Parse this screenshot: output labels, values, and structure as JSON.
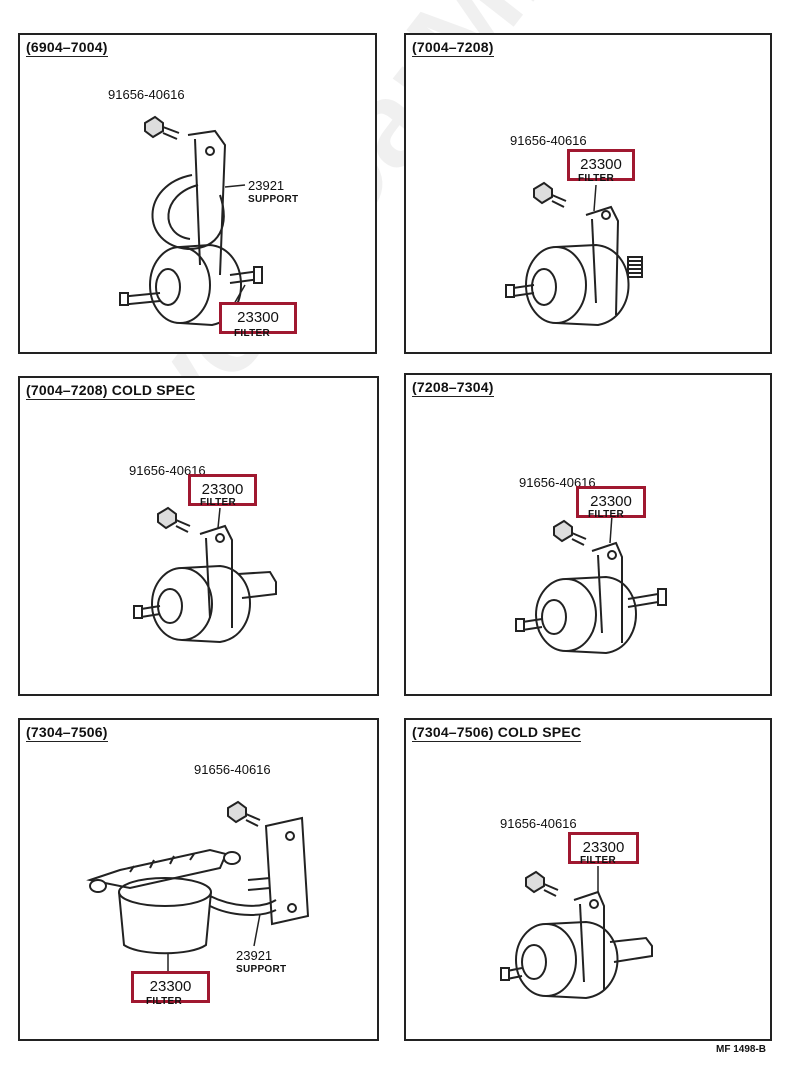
{
  "panels": [
    {
      "title": "(6904–7004)",
      "bolt": "91656-40616",
      "support_num": "23921",
      "support_text": "SUPPORT",
      "filter_num": "23300",
      "filter_text": "FILTER"
    },
    {
      "title": "(7004–7208)",
      "bolt": "91656-40616",
      "filter_num": "23300",
      "filter_text": "FILTER"
    },
    {
      "title": "(7004–7208) COLD SPEC",
      "bolt": "91656-40616",
      "filter_num": "23300",
      "filter_text": "FILTER"
    },
    {
      "title": "(7208–7304)",
      "bolt": "91656-40616",
      "filter_num": "23300",
      "filter_text": "FILTER"
    },
    {
      "title": "(7304–7506)",
      "bolt": "91656-40616",
      "support_num": "23921",
      "support_text": "SUPPORT",
      "filter_num": "23300",
      "filter_text": "FILTER"
    },
    {
      "title": "(7304–7506) COLD SPEC",
      "bolt": "91656-40616",
      "filter_num": "23300",
      "filter_text": "FILTER"
    }
  ],
  "footer_code": "MF 1498-B",
  "watermark": "ToyotaCarMine.ru",
  "colors": {
    "highlight": "#a01830",
    "line": "#222222"
  }
}
